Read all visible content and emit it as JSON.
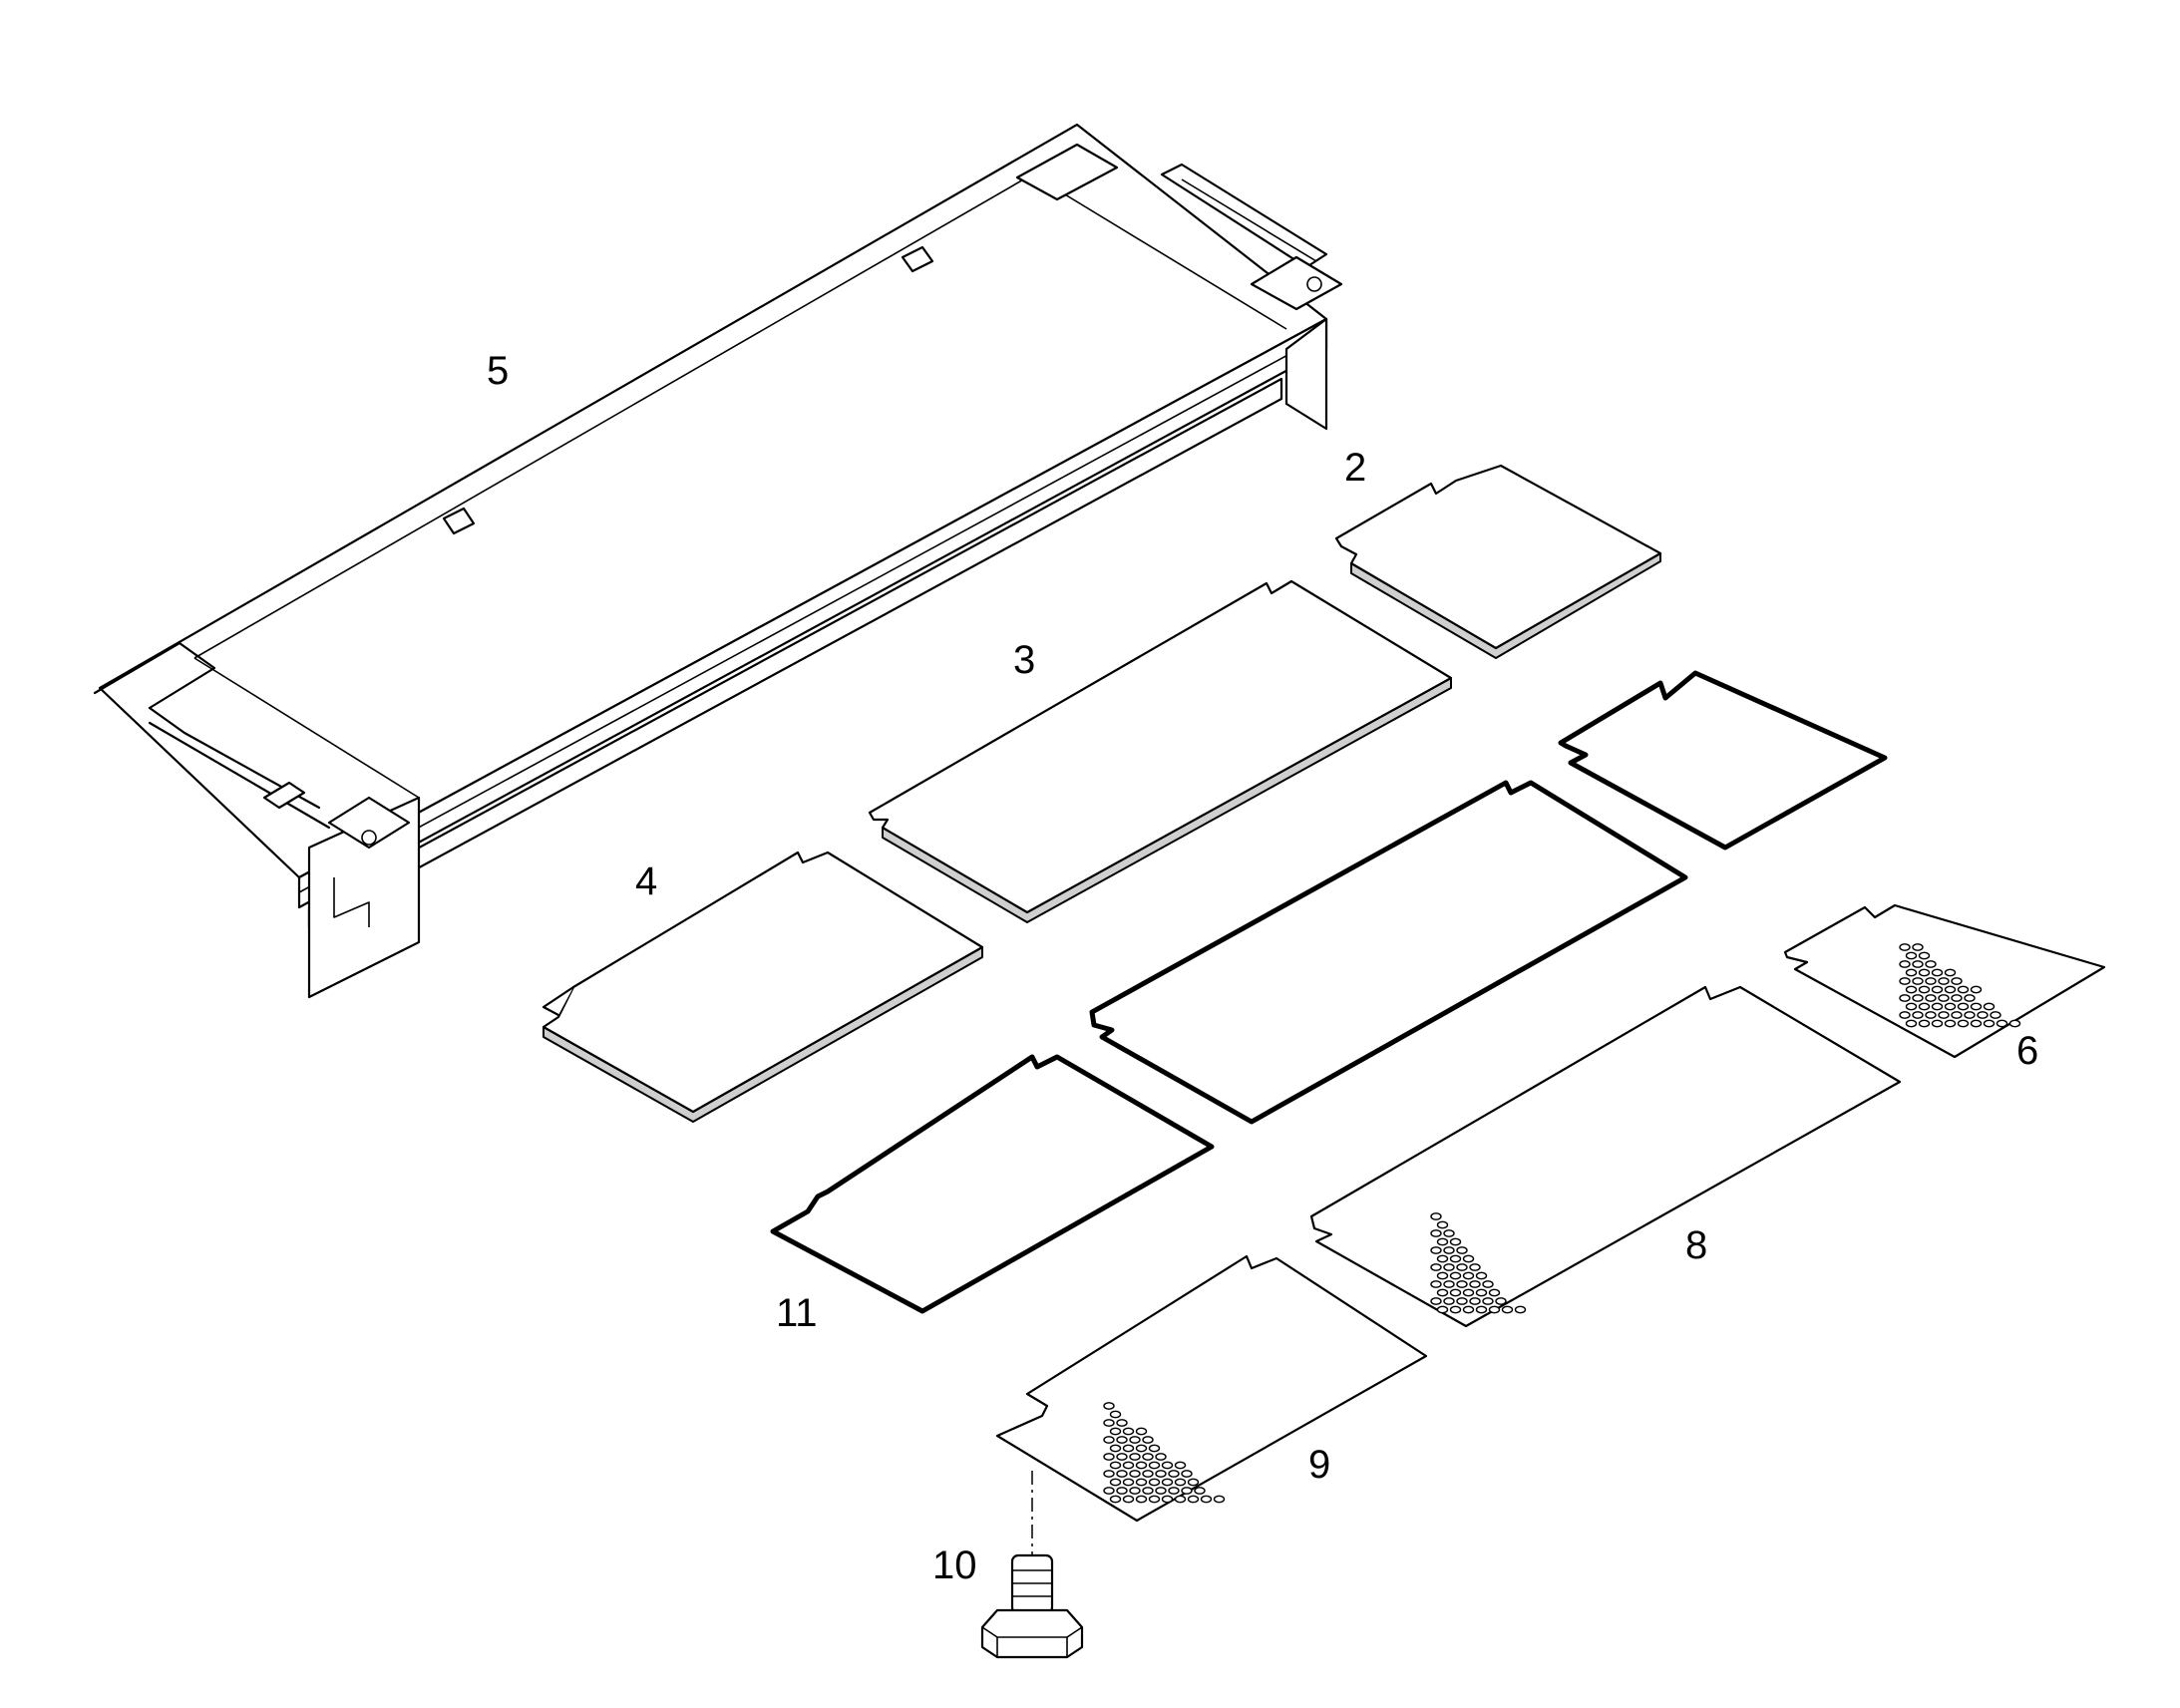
{
  "diagram": {
    "callouts": {
      "tray": "5",
      "plate_small": "2",
      "plate_long": "3",
      "plate_medium": "4",
      "perforated_small": "6",
      "perforated_long": "8",
      "perforated_medium": "9",
      "screw": "10",
      "gasket_medium": "11"
    },
    "colors": {
      "line": "#000000",
      "background": "#ffffff",
      "plate_edge": "#cfcfcf"
    }
  }
}
